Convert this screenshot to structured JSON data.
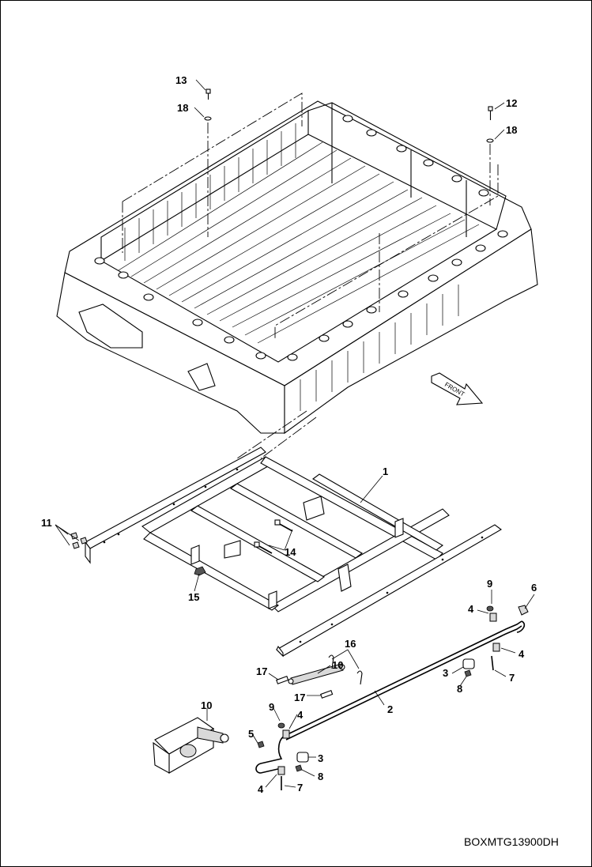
{
  "drawing_code": "BOXMTG13900DH",
  "front_arrow_label": "FRONT",
  "callouts": {
    "c13": "13",
    "c18a": "18",
    "c12": "12",
    "c18b": "18",
    "c1": "1",
    "c11": "11",
    "c14": "14",
    "c15": "15",
    "c9a": "9",
    "c6": "6",
    "c4a": "4",
    "c4b": "4",
    "c16": "16",
    "c10a": "10",
    "c17a": "17",
    "c3a": "3",
    "c7a": "7",
    "c8a": "8",
    "c17b": "17",
    "c2": "2",
    "c9b": "9",
    "c4c": "4",
    "c10b": "10",
    "c5": "5",
    "c3b": "3",
    "c8b": "8",
    "c4d": "4",
    "c7b": "7"
  }
}
